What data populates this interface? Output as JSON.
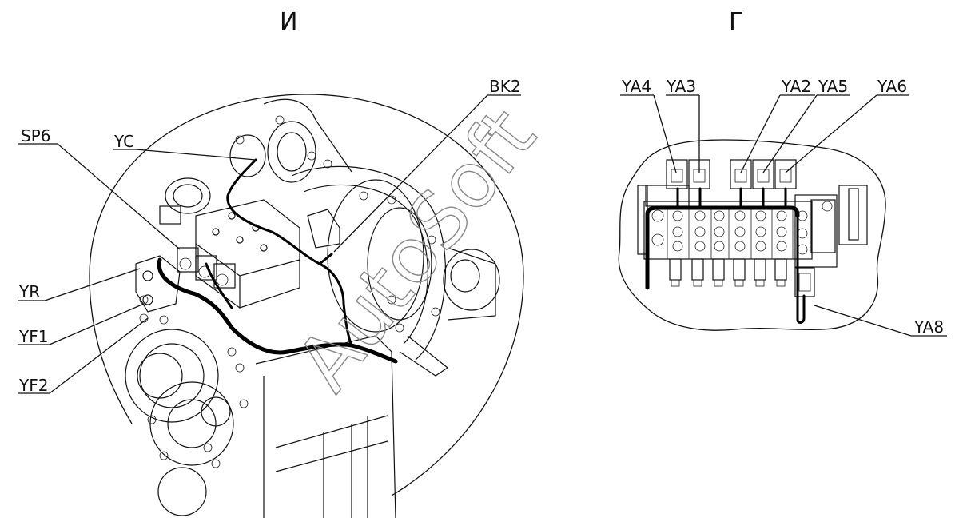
{
  "views": {
    "left_title": "И",
    "right_title": "Г"
  },
  "labels": {
    "sp6": "SP6",
    "yc": "YC",
    "bk2": "BK2",
    "yr": "YR",
    "yf1": "YF1",
    "yf2": "YF2",
    "ya4": "YA4",
    "ya3": "YA3",
    "ya2": "YA2",
    "ya5": "YA5",
    "ya6": "YA6",
    "ya8": "YA8"
  },
  "watermark": "AutoSoft"
}
